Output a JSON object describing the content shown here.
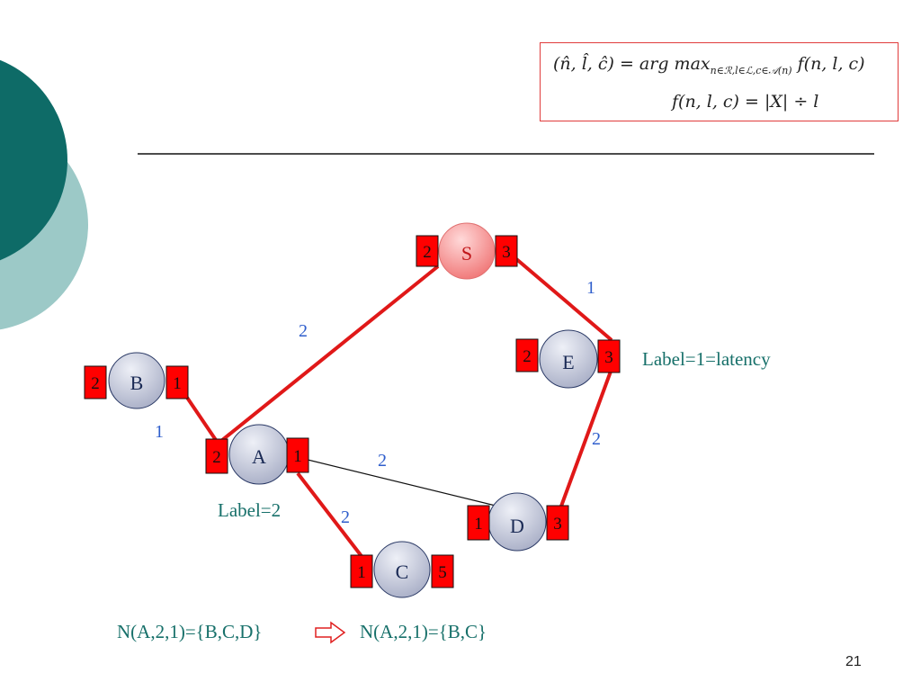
{
  "formula": {
    "line1": "(n̂, l̂, ĉ) = arg max",
    "line1_sub": "n∈ℛ,l∈ℒ,c∈𝒜(n)",
    "line1_tail": " f(n, l, c)",
    "line2": "f(n, l, c) = |X| ÷ l"
  },
  "nodes": {
    "S": {
      "label": "S",
      "left_port": "2",
      "right_port": "3"
    },
    "E": {
      "label": "E",
      "left_port": "2",
      "right_port": "3"
    },
    "B": {
      "label": "B",
      "left_port": "2",
      "right_port": "1"
    },
    "A": {
      "label": "A",
      "left_port": "2",
      "right_port": "1"
    },
    "D": {
      "label": "D",
      "left_port": "1",
      "right_port": "3"
    },
    "C": {
      "label": "C",
      "left_port": "1",
      "right_port": "5"
    }
  },
  "edges": {
    "A_S": "2",
    "S_E": "1",
    "B_A": "1",
    "A_D": "2",
    "A_C": "2",
    "E_D": "2"
  },
  "annotations": {
    "label_latency": "Label=1=latency",
    "label_a": "Label=2"
  },
  "neighbor_set": {
    "before": "N(A,2,1)={B,C,D}",
    "after": "N(A,2,1)={B,C}"
  },
  "page_number": "21",
  "colors": {
    "teal_dark": "#0e6b67",
    "teal_light": "#9cc9c7",
    "edge_red": "#e01818",
    "port_red": "#ff0000",
    "node_fill": "#c4c9dc",
    "source_fill": "#f07070",
    "edge_label_blue": "#2f5ecc",
    "annotation_teal": "#17706a"
  }
}
